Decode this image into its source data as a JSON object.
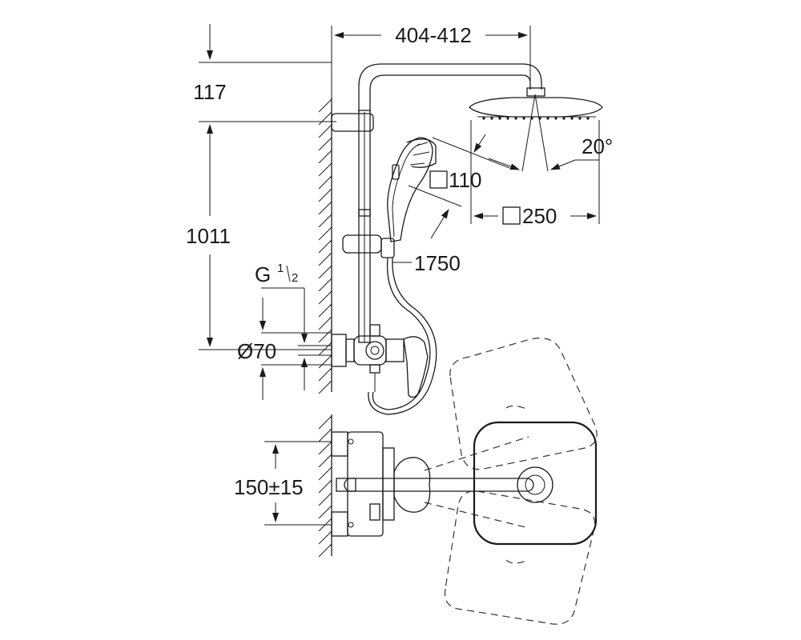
{
  "dimensions": {
    "arm_length": "404-412",
    "top_offset": "117",
    "rail_height": "1011",
    "thread": "G",
    "thread_num": "1",
    "thread_den": "2",
    "outlet_diameter": "Ø70",
    "head_size": "250",
    "hand_size": "110",
    "hose_length": "1750",
    "tilt_angle": "20°",
    "connection_spacing": "150±15"
  }
}
